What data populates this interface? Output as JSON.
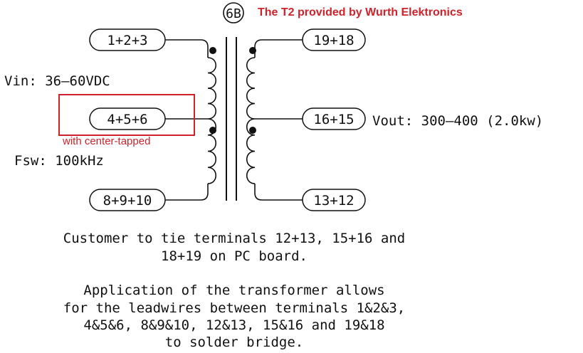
{
  "diagram": {
    "top_label": "6B",
    "wurth_note": "The T2 provided by Wurth Elektronics",
    "center_tap_note": "with center-tapped",
    "vin": "Vin: 36–60VDC",
    "fsw": "Fsw: 100kHz",
    "vout": "Vout: 300–400 (2.0kw)",
    "primary_terminals": [
      "1+2+3",
      "4+5+6",
      "8+9+10"
    ],
    "secondary_terminals": [
      "19+18",
      "16+15",
      "13+12"
    ],
    "notes": [
      "Customer to tie terminals 12+13, 15+16 and",
      "18+19 on PC board.",
      "Application of the transformer allows",
      "for the leadwires between terminals 1&2&3,",
      "4&5&6, 8&9&10, 12&13, 15&16 and 19&18",
      "to solder bridge."
    ],
    "colors": {
      "ink": "#111111",
      "annotation_red": "#d0222a"
    }
  }
}
